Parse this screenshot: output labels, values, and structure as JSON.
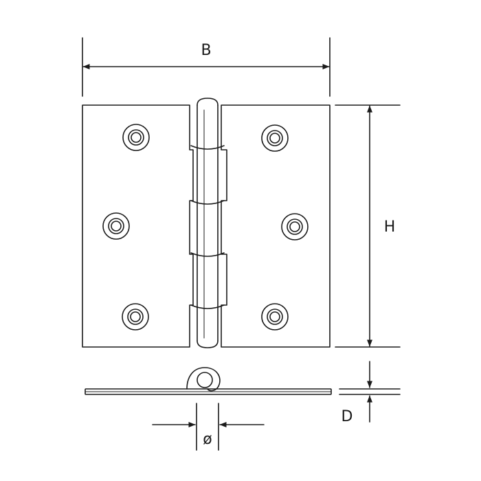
{
  "labels": {
    "width": "B",
    "height": "H",
    "thickness": "D",
    "pin_diameter": "ø"
  },
  "colors": {
    "stroke": "#1a1a1a",
    "background": "#ffffff"
  }
}
